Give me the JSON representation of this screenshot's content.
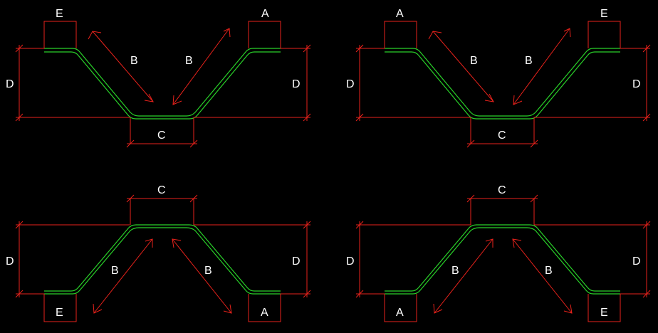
{
  "colors": {
    "background": "#000000",
    "dimension": "#e8221b",
    "part": "#29d129",
    "text": "#ffffff"
  },
  "panels": [
    {
      "id": "top-left",
      "labels": {
        "left_end": "E",
        "right_end": "A",
        "middle": "C",
        "slope_left": "B",
        "slope_right": "B",
        "height_left": "D",
        "height_right": "D"
      }
    },
    {
      "id": "top-right",
      "labels": {
        "left_end": "A",
        "right_end": "E",
        "middle": "C",
        "slope_left": "B",
        "slope_right": "B",
        "height_left": "D",
        "height_right": "D"
      }
    },
    {
      "id": "bottom-left",
      "labels": {
        "left_end": "E",
        "right_end": "A",
        "middle": "C",
        "slope_left": "B",
        "slope_right": "B",
        "height_left": "D",
        "height_right": "D"
      }
    },
    {
      "id": "bottom-right",
      "labels": {
        "left_end": "A",
        "right_end": "E",
        "middle": "C",
        "slope_left": "B",
        "slope_right": "B",
        "height_left": "D",
        "height_right": "D"
      }
    }
  ]
}
